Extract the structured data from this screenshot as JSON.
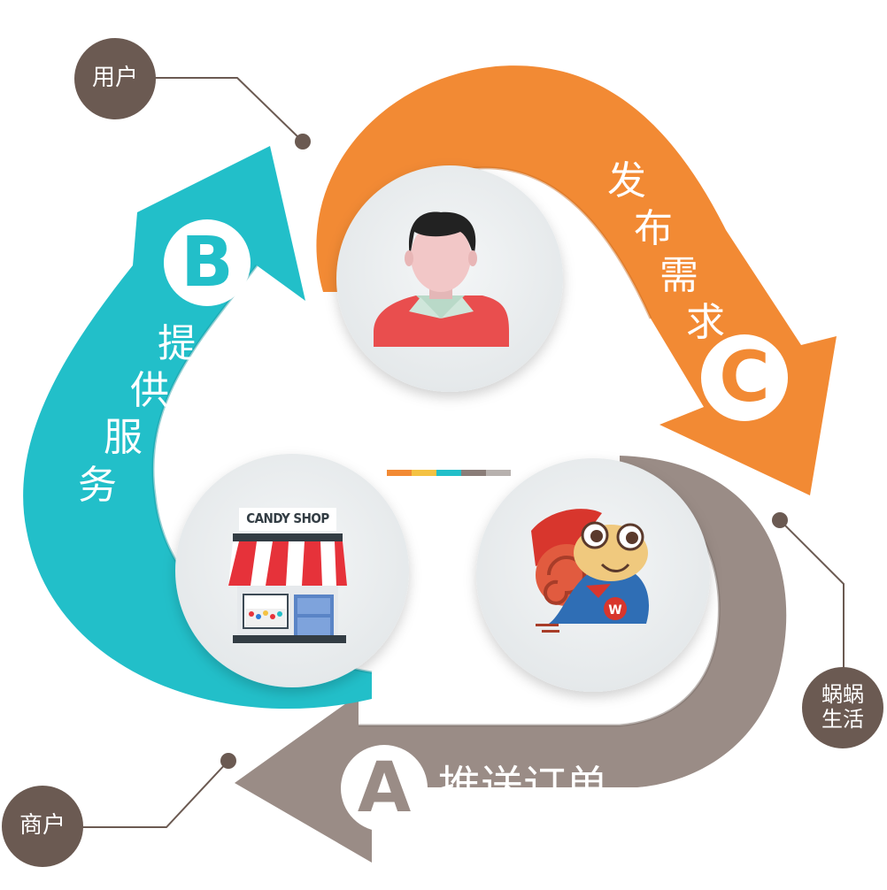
{
  "nodes": {
    "user_label": "用户",
    "merchant_label": "商户",
    "snail_label_line1": "蜗蜗",
    "snail_label_line2": "生活"
  },
  "arrows": {
    "orange": {
      "letter": "C",
      "chars": [
        "发",
        "布",
        "需",
        "求"
      ],
      "color": "#f28a34"
    },
    "teal": {
      "letter": "B",
      "chars": [
        "提",
        "供",
        "服",
        "务"
      ],
      "color": "#22bfc9"
    },
    "gray": {
      "letter": "A",
      "text": "推送订单",
      "color": "#9a8c86"
    }
  },
  "shop_sign": "CANDY SHOP",
  "badge_letter": "W",
  "legend_bar_colors": [
    "#f28a34",
    "#f4c243",
    "#22bfc9",
    "#8a7d78",
    "#b7b1ae"
  ],
  "icons": {
    "user": "person-avatar-icon",
    "shop": "storefront-icon",
    "snail": "snail-mascot-icon"
  }
}
